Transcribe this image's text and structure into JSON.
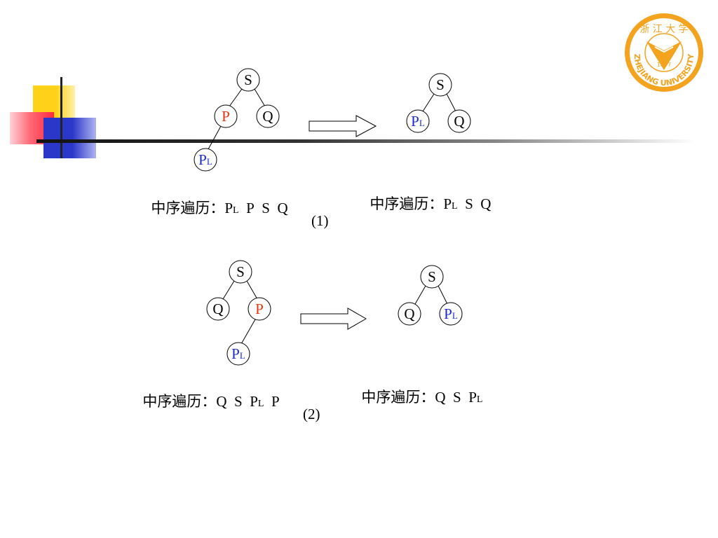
{
  "colors": {
    "highlight": "#e8340e",
    "replacement": "#1a2bd6",
    "default": "#000000"
  },
  "logo": {
    "name": "ZHEJIANG UNIVERSITY",
    "year": "1897",
    "chinese": "浙 江 大 学"
  },
  "figures": [
    {
      "before": {
        "nodes": {
          "s": "S",
          "p": "P",
          "q": "Q",
          "pl_main": "P",
          "pl_sub": "L"
        },
        "traversal": {
          "label": "中序遍历：",
          "seq": [
            {
              "main": "P",
              "sub": "L"
            },
            {
              "main": "P",
              "sub": ""
            },
            {
              "main": "S",
              "sub": ""
            },
            {
              "main": "Q",
              "sub": ""
            }
          ]
        }
      },
      "after": {
        "nodes": {
          "s": "S",
          "pl_main": "P",
          "pl_sub": "L",
          "q": "Q"
        },
        "traversal": {
          "label": "中序遍历：",
          "seq": [
            {
              "main": "P",
              "sub": "L"
            },
            {
              "main": "S",
              "sub": ""
            },
            {
              "main": "Q",
              "sub": ""
            }
          ]
        }
      },
      "number": "(1)"
    },
    {
      "before": {
        "nodes": {
          "s": "S",
          "q": "Q",
          "p": "P",
          "pl_main": "P",
          "pl_sub": "L"
        },
        "traversal": {
          "label": "中序遍历：",
          "seq": [
            {
              "main": "Q",
              "sub": ""
            },
            {
              "main": "S",
              "sub": ""
            },
            {
              "main": "P",
              "sub": "L"
            },
            {
              "main": "P",
              "sub": ""
            }
          ]
        }
      },
      "after": {
        "nodes": {
          "s": "S",
          "q": "Q",
          "pl_main": "P",
          "pl_sub": "L"
        },
        "traversal": {
          "label": "中序遍历：",
          "seq": [
            {
              "main": "Q",
              "sub": ""
            },
            {
              "main": "S",
              "sub": ""
            },
            {
              "main": "P",
              "sub": "L"
            }
          ]
        }
      },
      "number": "(2)"
    }
  ]
}
